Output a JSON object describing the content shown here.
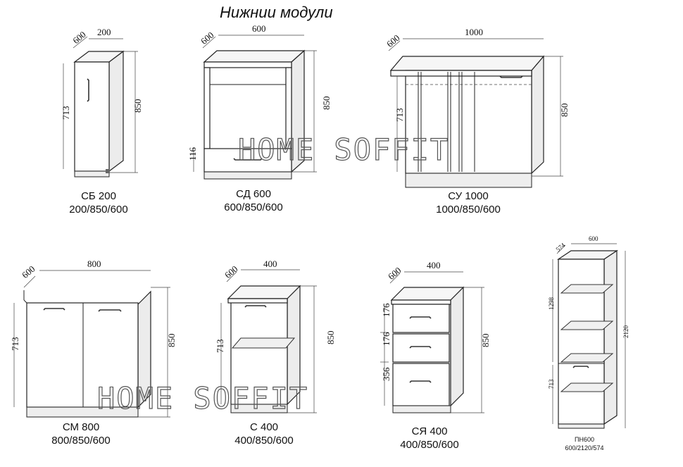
{
  "title": "Нижнии модули",
  "watermarks": [
    "HOME SOFFIT",
    "HOME SOFFIT"
  ],
  "modules": [
    {
      "name": "СБ 200",
      "size": "200/850/600",
      "dims": {
        "depth": "600",
        "width": "200",
        "height": "850",
        "inner": "713"
      }
    },
    {
      "name": "СД 600",
      "size": "600/850/600",
      "dims": {
        "depth": "600",
        "width": "600",
        "height": "850",
        "drawer": "116"
      }
    },
    {
      "name": "СУ 1000",
      "size": "1000/850/600",
      "dims": {
        "depth": "600",
        "width": "1000",
        "height": "850",
        "inner": "713"
      }
    },
    {
      "name": "СМ 800",
      "size": "800/850/600",
      "dims": {
        "depth": "600",
        "width": "800",
        "height": "850",
        "inner": "713"
      }
    },
    {
      "name": "С 400",
      "size": "400/850/600",
      "dims": {
        "depth": "600",
        "width": "400",
        "height": "850",
        "inner": "713"
      }
    },
    {
      "name": "СЯ 400",
      "size": "400/850/600",
      "dims": {
        "depth": "600",
        "width": "400",
        "height": "850",
        "d1": "176",
        "d2": "176",
        "d3": "356"
      }
    },
    {
      "name": "ПН600",
      "size": "600/2120/574",
      "dims": {
        "depth": "574",
        "width": "600",
        "height": "2120",
        "upper": "1298",
        "lower": "713"
      }
    }
  ],
  "colors": {
    "line": "#222222",
    "watermark": "#555555",
    "background": "#ffffff"
  }
}
